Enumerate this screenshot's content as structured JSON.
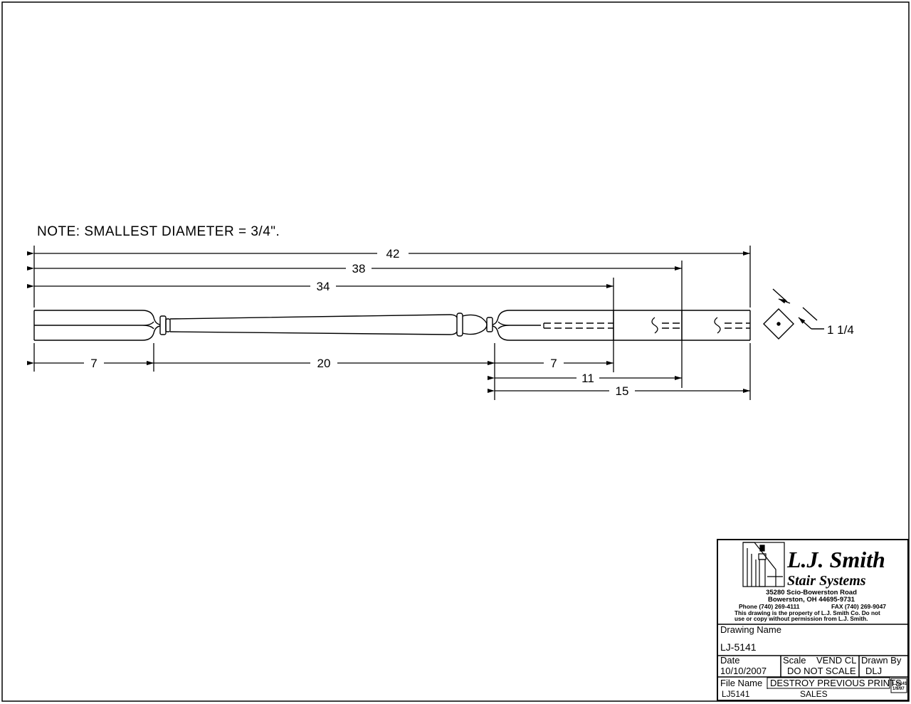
{
  "note": "NOTE: SMALLEST DIAMETER = 3/4\".",
  "dimensions": {
    "overall": "42",
    "d38": "38",
    "d34": "34",
    "left_block": "7",
    "middle": "20",
    "right_block": "7",
    "d11": "11",
    "d15": "15",
    "square": "1 1/4"
  },
  "title_block": {
    "company_line1": "L.J. Smith",
    "company_line2": "Stair Systems",
    "address1": "35280 Scio-Bowerston Road",
    "address2": "Bowerston, OH 44695-9731",
    "phone": "Phone (740) 269-4111",
    "fax": "FAX (740) 269-9047",
    "property1": "This drawing is the property of L.J. Smith Co. Do not",
    "property2": "use or copy without permission from L.J. Smith.",
    "drawing_name_label": "Drawing Name",
    "drawing_name": "LJ-5141",
    "date_label": "Date",
    "date": "10/10/2007",
    "scale_label": "Scale",
    "scale_value": "VEND CL",
    "do_not_scale": "DO NOT SCALE",
    "drawn_by_label": "Drawn By",
    "drawn_by": "DLJ",
    "file_name_label": "File Name",
    "destroy": "DESTROY PREVIOUS PRINTS",
    "file_name": "LJ5141",
    "sales": "SALES",
    "stamp1": "LJ5141",
    "stamp2": "1/9/97"
  }
}
